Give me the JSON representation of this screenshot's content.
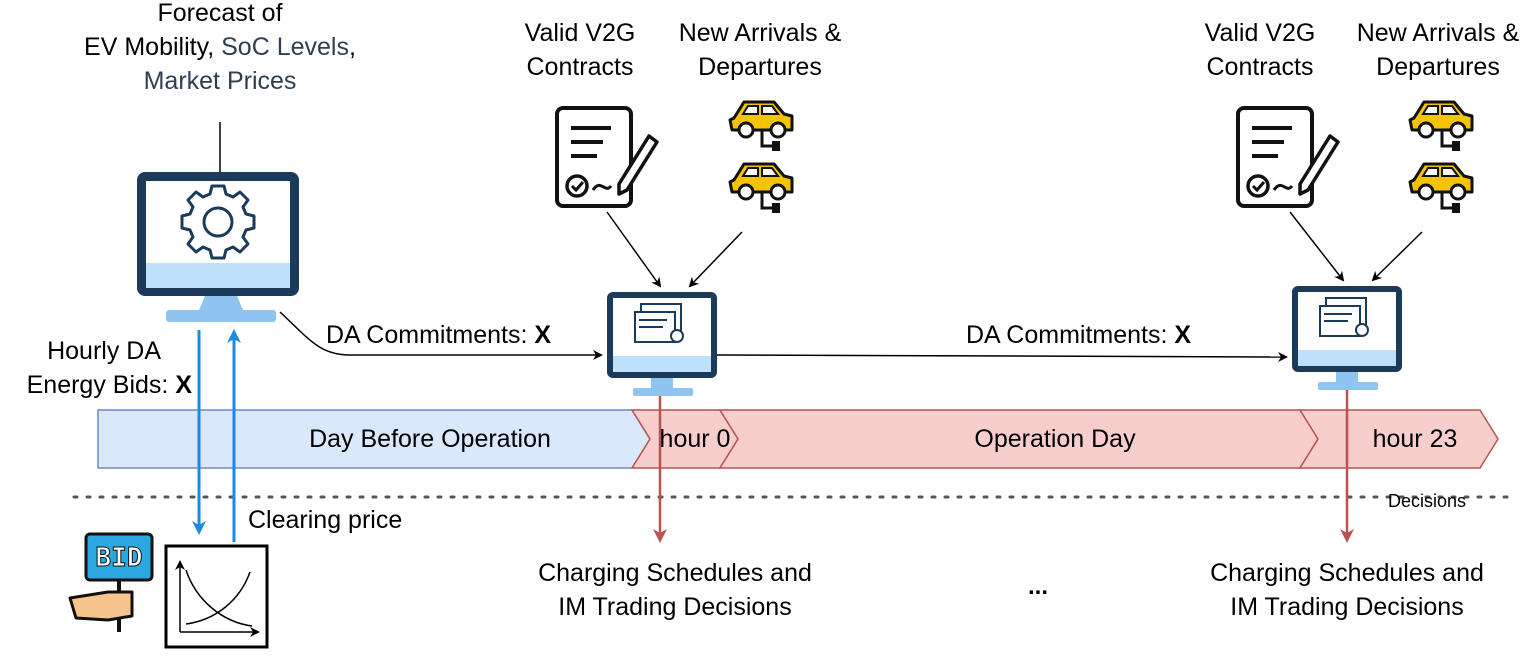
{
  "forecast": {
    "line1": "Forecast of",
    "line2_a": "EV Mobility, ",
    "line2_b": "SoC Levels",
    "line2_c": ",",
    "line3": "Market Prices"
  },
  "inputs_left": {
    "contracts": [
      "Valid V2G",
      "Contracts"
    ],
    "arrivals": [
      "New Arrivals &",
      "Departures"
    ]
  },
  "inputs_right": {
    "contracts": [
      "Valid V2G",
      "Contracts"
    ],
    "arrivals": [
      "New Arrivals &",
      "Departures"
    ]
  },
  "commitments": {
    "label": "DA Commitments: ",
    "var": "X"
  },
  "bids": {
    "line1": "Hourly DA",
    "line2": "Energy Bids: ",
    "var": "X"
  },
  "clearing": "Clearing price",
  "timeline": {
    "day_before": "Day Before Operation",
    "hour0": "hour 0",
    "operation_day": "Operation Day",
    "hour23": "hour 23"
  },
  "decisions_label": "Decisions",
  "outputs": {
    "left": [
      "Charging Schedules and",
      "IM Trading Decisions"
    ],
    "right": [
      "Charging Schedules and",
      "IM Trading Decisions"
    ],
    "ellipsis": "..."
  },
  "bid_sign": "BID",
  "colors": {
    "blue_arrow": "#1e88e5",
    "red_arrow": "#b85450",
    "blue_fill": "#dae8fc",
    "blue_stroke": "#6c8ebf",
    "red_fill": "#f8cecc",
    "red_stroke": "#b85450",
    "monitor_frame": "#1c3b5a",
    "monitor_stand": "#8fc3f0",
    "car_yellow": "#f5c400"
  }
}
